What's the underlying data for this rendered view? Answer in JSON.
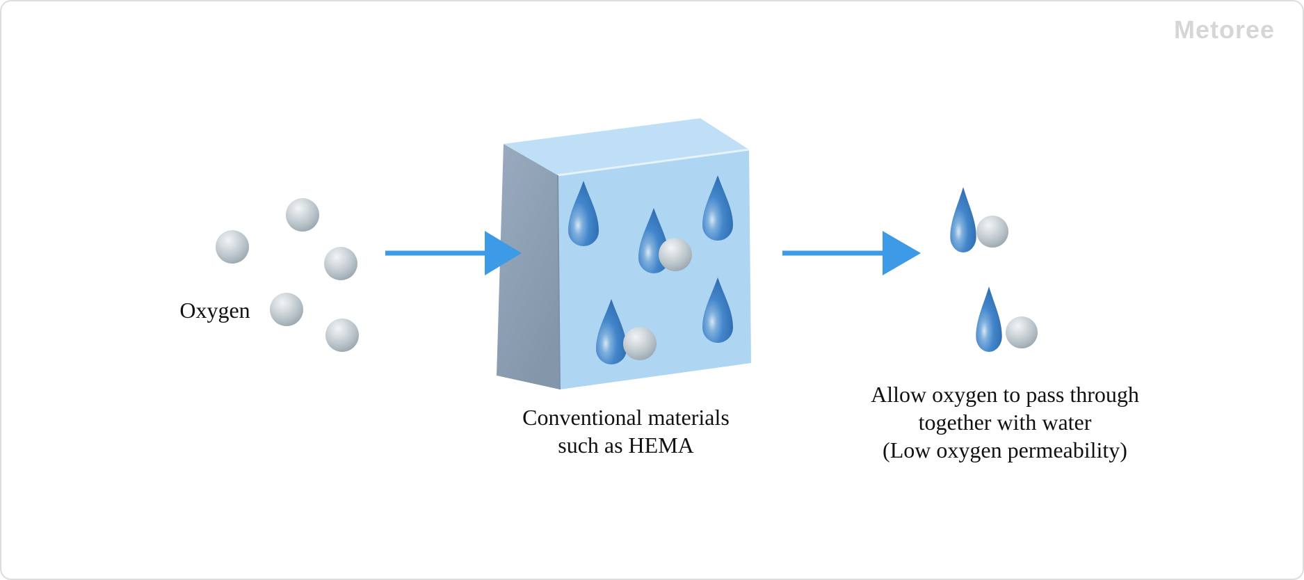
{
  "watermark": {
    "label": "Metoree",
    "color": "#d6d6d6"
  },
  "diagram": {
    "left_group": {
      "label": "Oxygen",
      "molecule_count": 5
    },
    "membrane": {
      "caption": [
        "Conventional materials",
        "such as HEMA"
      ],
      "water_droplet_count": 5,
      "oxygen_molecule_count": 2
    },
    "result_group": {
      "caption": [
        "Allow oxygen to pass through",
        "together with water",
        "(Low oxygen permeability)"
      ],
      "droplet_sphere_pair_count": 2
    }
  },
  "colors": {
    "background": "#ffffff",
    "border": "#dddddd",
    "text": "#111111",
    "arrow": "#3d9ae6",
    "droplet_main": "#4486cb",
    "droplet_dark": "#2a619e",
    "droplet_highlight": "#d8e8f5",
    "cube_front": "#aed5f2",
    "cube_top": "#bfdff7",
    "cube_side_light": "#9aabbf",
    "cube_side_dark": "#8396aa",
    "sphere_base": "#c3cdd3",
    "sphere_highlight": "#f2f4f5",
    "sphere_shadow": "#99a5ae"
  }
}
